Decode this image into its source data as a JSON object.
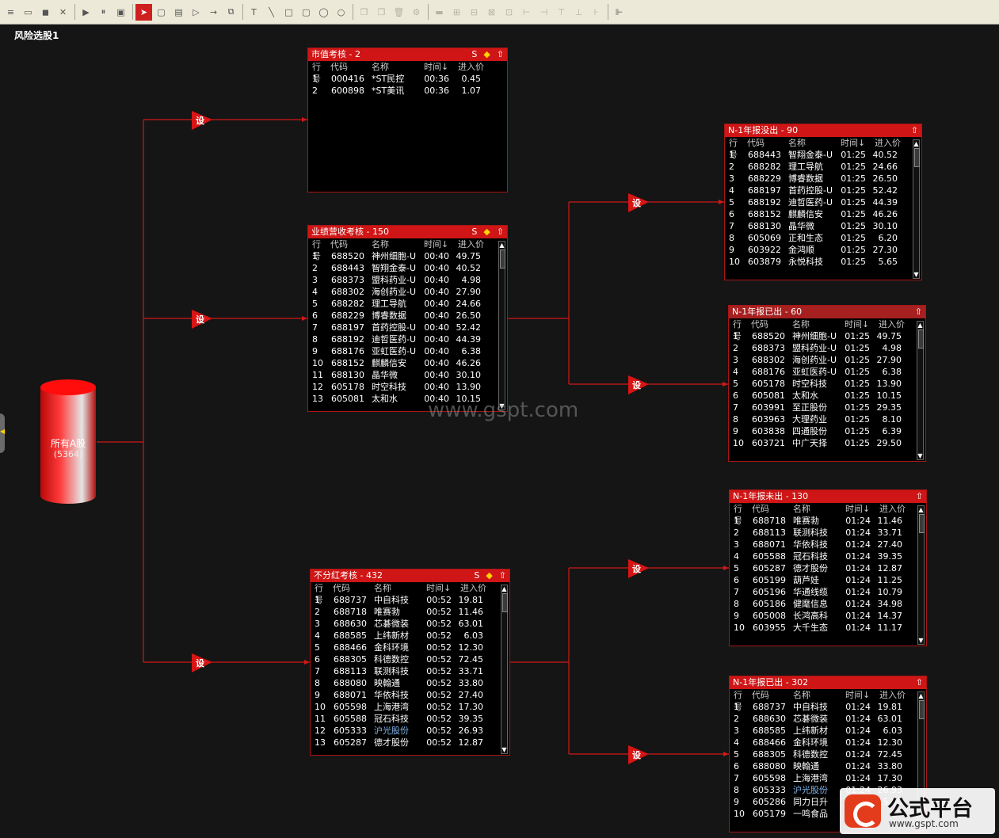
{
  "toolbar": {
    "buttons": [
      "≡",
      "▭",
      "◼",
      "✕",
      "▶",
      "⏸",
      "▣",
      "➤",
      "▢",
      "▤",
      "▷",
      "→",
      "⧉",
      "T",
      "╲",
      "□",
      "▢",
      "◯",
      "○",
      "❐",
      "❒",
      "🗑",
      "⚙",
      "▬",
      "⊞",
      "⊟",
      "⊠",
      "⊡",
      "⊢",
      "⊣",
      "⊤",
      "⊥",
      "⊦",
      "⊩"
    ]
  },
  "canvas": {
    "title": "风险选股1",
    "watermark": "www.gspt.com",
    "logo": {
      "title": "公式平台",
      "url": "www.gspt.com"
    }
  },
  "source": {
    "label": "所有A股",
    "count": "(5364)"
  },
  "set_label": "设",
  "columns": {
    "no": "行号",
    "code": "代码",
    "name": "名称",
    "time": "时间↓",
    "price": "进入价"
  },
  "tool_s": "S",
  "nodes": {
    "mcap": {
      "title": "市值考核 - 2",
      "rows": [
        [
          "1",
          "000416",
          "*ST民控",
          "00:36",
          "0.45"
        ],
        [
          "2",
          "600898",
          "*ST美讯",
          "00:36",
          "1.07"
        ]
      ]
    },
    "perf": {
      "title": "业绩营收考核 - 150",
      "rows": [
        [
          "1",
          "688520",
          "神州细胞-U",
          "00:40",
          "49.75"
        ],
        [
          "2",
          "688443",
          "智翔金泰-U",
          "00:40",
          "40.52"
        ],
        [
          "3",
          "688373",
          "盟科药业-U",
          "00:40",
          "4.98"
        ],
        [
          "4",
          "688302",
          "海创药业-U",
          "00:40",
          "27.90"
        ],
        [
          "5",
          "688282",
          "理工导航",
          "00:40",
          "24.66"
        ],
        [
          "6",
          "688229",
          "博睿数据",
          "00:40",
          "26.50"
        ],
        [
          "7",
          "688197",
          "首药控股-U",
          "00:40",
          "52.42"
        ],
        [
          "8",
          "688192",
          "迪哲医药-U",
          "00:40",
          "44.39"
        ],
        [
          "9",
          "688176",
          "亚虹医药-U",
          "00:40",
          "6.38"
        ],
        [
          "10",
          "688152",
          "麒麟信安",
          "00:40",
          "46.26"
        ],
        [
          "11",
          "688130",
          "晶华微",
          "00:40",
          "30.10"
        ],
        [
          "12",
          "605178",
          "时空科技",
          "00:40",
          "13.90"
        ],
        [
          "13",
          "605081",
          "太和水",
          "00:40",
          "10.15"
        ]
      ]
    },
    "div": {
      "title": "不分红考核 - 432",
      "rows": [
        [
          "1",
          "688737",
          "中自科技",
          "00:52",
          "19.81"
        ],
        [
          "2",
          "688718",
          "唯赛勃",
          "00:52",
          "11.46"
        ],
        [
          "3",
          "688630",
          "芯碁微装",
          "00:52",
          "63.01"
        ],
        [
          "4",
          "688585",
          "上纬新材",
          "00:52",
          "6.03"
        ],
        [
          "5",
          "688466",
          "金科环境",
          "00:52",
          "12.30"
        ],
        [
          "6",
          "688305",
          "科德数控",
          "00:52",
          "72.45"
        ],
        [
          "7",
          "688113",
          "联测科技",
          "00:52",
          "33.71"
        ],
        [
          "8",
          "688080",
          "映翰通",
          "00:52",
          "33.80"
        ],
        [
          "9",
          "688071",
          "华依科技",
          "00:52",
          "27.40"
        ],
        [
          "10",
          "605598",
          "上海港湾",
          "00:52",
          "17.30"
        ],
        [
          "11",
          "605588",
          "冠石科技",
          "00:52",
          "39.35"
        ],
        [
          "12",
          "605333",
          "沪光股份",
          "00:52",
          "26.93"
        ],
        [
          "13",
          "605287",
          "德才股份",
          "00:52",
          "12.87"
        ]
      ]
    },
    "rep_not_out": {
      "title": "N-1年报没出 - 90",
      "rows": [
        [
          "1",
          "688443",
          "智翔金泰-U",
          "01:25",
          "40.52"
        ],
        [
          "2",
          "688282",
          "理工导航",
          "01:25",
          "24.66"
        ],
        [
          "3",
          "688229",
          "博睿数据",
          "01:25",
          "26.50"
        ],
        [
          "4",
          "688197",
          "首药控股-U",
          "01:25",
          "52.42"
        ],
        [
          "5",
          "688192",
          "迪哲医药-U",
          "01:25",
          "44.39"
        ],
        [
          "6",
          "688152",
          "麒麟信安",
          "01:25",
          "46.26"
        ],
        [
          "7",
          "688130",
          "晶华微",
          "01:25",
          "30.10"
        ],
        [
          "8",
          "605069",
          "正和生态",
          "01:25",
          "6.20"
        ],
        [
          "9",
          "603922",
          "金鸿顺",
          "01:25",
          "27.30"
        ],
        [
          "10",
          "603879",
          "永悦科技",
          "01:25",
          "5.65"
        ]
      ]
    },
    "rep_out": {
      "title": "N-1年报已出 - 60",
      "rows": [
        [
          "1",
          "688520",
          "神州细胞-U",
          "01:25",
          "49.75"
        ],
        [
          "2",
          "688373",
          "盟科药业-U",
          "01:25",
          "4.98"
        ],
        [
          "3",
          "688302",
          "海创药业-U",
          "01:25",
          "27.90"
        ],
        [
          "4",
          "688176",
          "亚虹医药-U",
          "01:25",
          "6.38"
        ],
        [
          "5",
          "605178",
          "时空科技",
          "01:25",
          "13.90"
        ],
        [
          "6",
          "605081",
          "太和水",
          "01:25",
          "10.15"
        ],
        [
          "7",
          "603991",
          "至正股份",
          "01:25",
          "29.35"
        ],
        [
          "8",
          "603963",
          "大理药业",
          "01:25",
          "8.10"
        ],
        [
          "9",
          "603838",
          "四通股份",
          "01:25",
          "6.39"
        ],
        [
          "10",
          "603721",
          "中广天择",
          "01:25",
          "29.50"
        ]
      ]
    },
    "rep_not_out2": {
      "title": "N-1年报未出 - 130",
      "rows": [
        [
          "1",
          "688718",
          "唯赛勃",
          "01:24",
          "11.46"
        ],
        [
          "2",
          "688113",
          "联测科技",
          "01:24",
          "33.71"
        ],
        [
          "3",
          "688071",
          "华依科技",
          "01:24",
          "27.40"
        ],
        [
          "4",
          "605588",
          "冠石科技",
          "01:24",
          "39.35"
        ],
        [
          "5",
          "605287",
          "德才股份",
          "01:24",
          "12.87"
        ],
        [
          "6",
          "605199",
          "葫芦娃",
          "01:24",
          "11.25"
        ],
        [
          "7",
          "605196",
          "华通线缆",
          "01:24",
          "10.79"
        ],
        [
          "8",
          "605186",
          "健麾信息",
          "01:24",
          "34.98"
        ],
        [
          "9",
          "605008",
          "长鸿高科",
          "01:24",
          "14.37"
        ],
        [
          "10",
          "603955",
          "大千生态",
          "01:24",
          "11.17"
        ]
      ]
    },
    "rep_out2": {
      "title": "N-1年报已出 - 302",
      "rows": [
        [
          "1",
          "688737",
          "中自科技",
          "01:24",
          "19.81"
        ],
        [
          "2",
          "688630",
          "芯碁微装",
          "01:24",
          "63.01"
        ],
        [
          "3",
          "688585",
          "上纬新材",
          "01:24",
          "6.03"
        ],
        [
          "4",
          "688466",
          "金科环境",
          "01:24",
          "12.30"
        ],
        [
          "5",
          "688305",
          "科德数控",
          "01:24",
          "72.45"
        ],
        [
          "6",
          "688080",
          "映翰通",
          "01:24",
          "33.80"
        ],
        [
          "7",
          "605598",
          "上海港湾",
          "01:24",
          "17.30"
        ],
        [
          "8",
          "605333",
          "沪光股份",
          "01:24",
          "26.93"
        ],
        [
          "9",
          "605286",
          "同力日升",
          "01:24",
          "15.90"
        ],
        [
          "10",
          "605179",
          "一鸣食品",
          "01:24",
          ""
        ]
      ]
    }
  }
}
